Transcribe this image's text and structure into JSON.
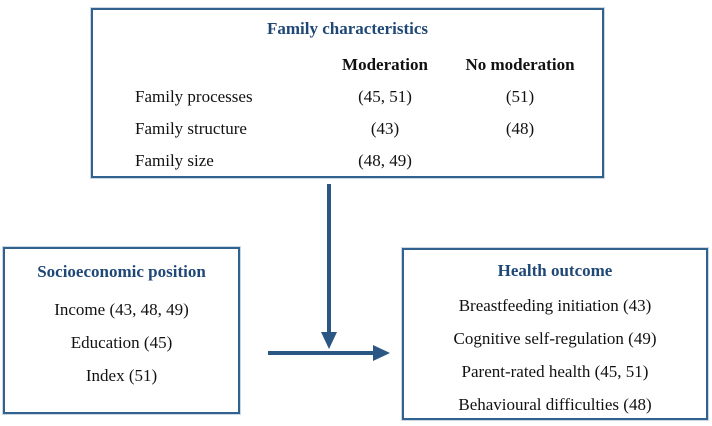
{
  "diagram": {
    "colors": {
      "heading": "#1f4876",
      "border": "#31618f",
      "arrow": "#2b5784",
      "body_text": "#111111"
    },
    "family_characteristics": {
      "title": "Family characteristics",
      "columns": [
        "Moderation",
        "No moderation"
      ],
      "rows": [
        {
          "label": "Family processes",
          "moderation": "(45, 51)",
          "no_moderation": "(51)"
        },
        {
          "label": "Family structure",
          "moderation": "(43)",
          "no_moderation": "(48)"
        },
        {
          "label": "Family size",
          "moderation": "(48, 49)",
          "no_moderation": ""
        }
      ]
    },
    "socioeconomic_position": {
      "title": "Socioeconomic position",
      "items": [
        "Income (43, 48, 49)",
        "Education (45)",
        "Index (51)"
      ]
    },
    "health_outcome": {
      "title": "Health outcome",
      "items": [
        "Breastfeeding initiation (43)",
        "Cognitive self-regulation (49)",
        "Parent-rated health (45, 51)",
        "Behavioural difficulties (48)"
      ]
    }
  }
}
